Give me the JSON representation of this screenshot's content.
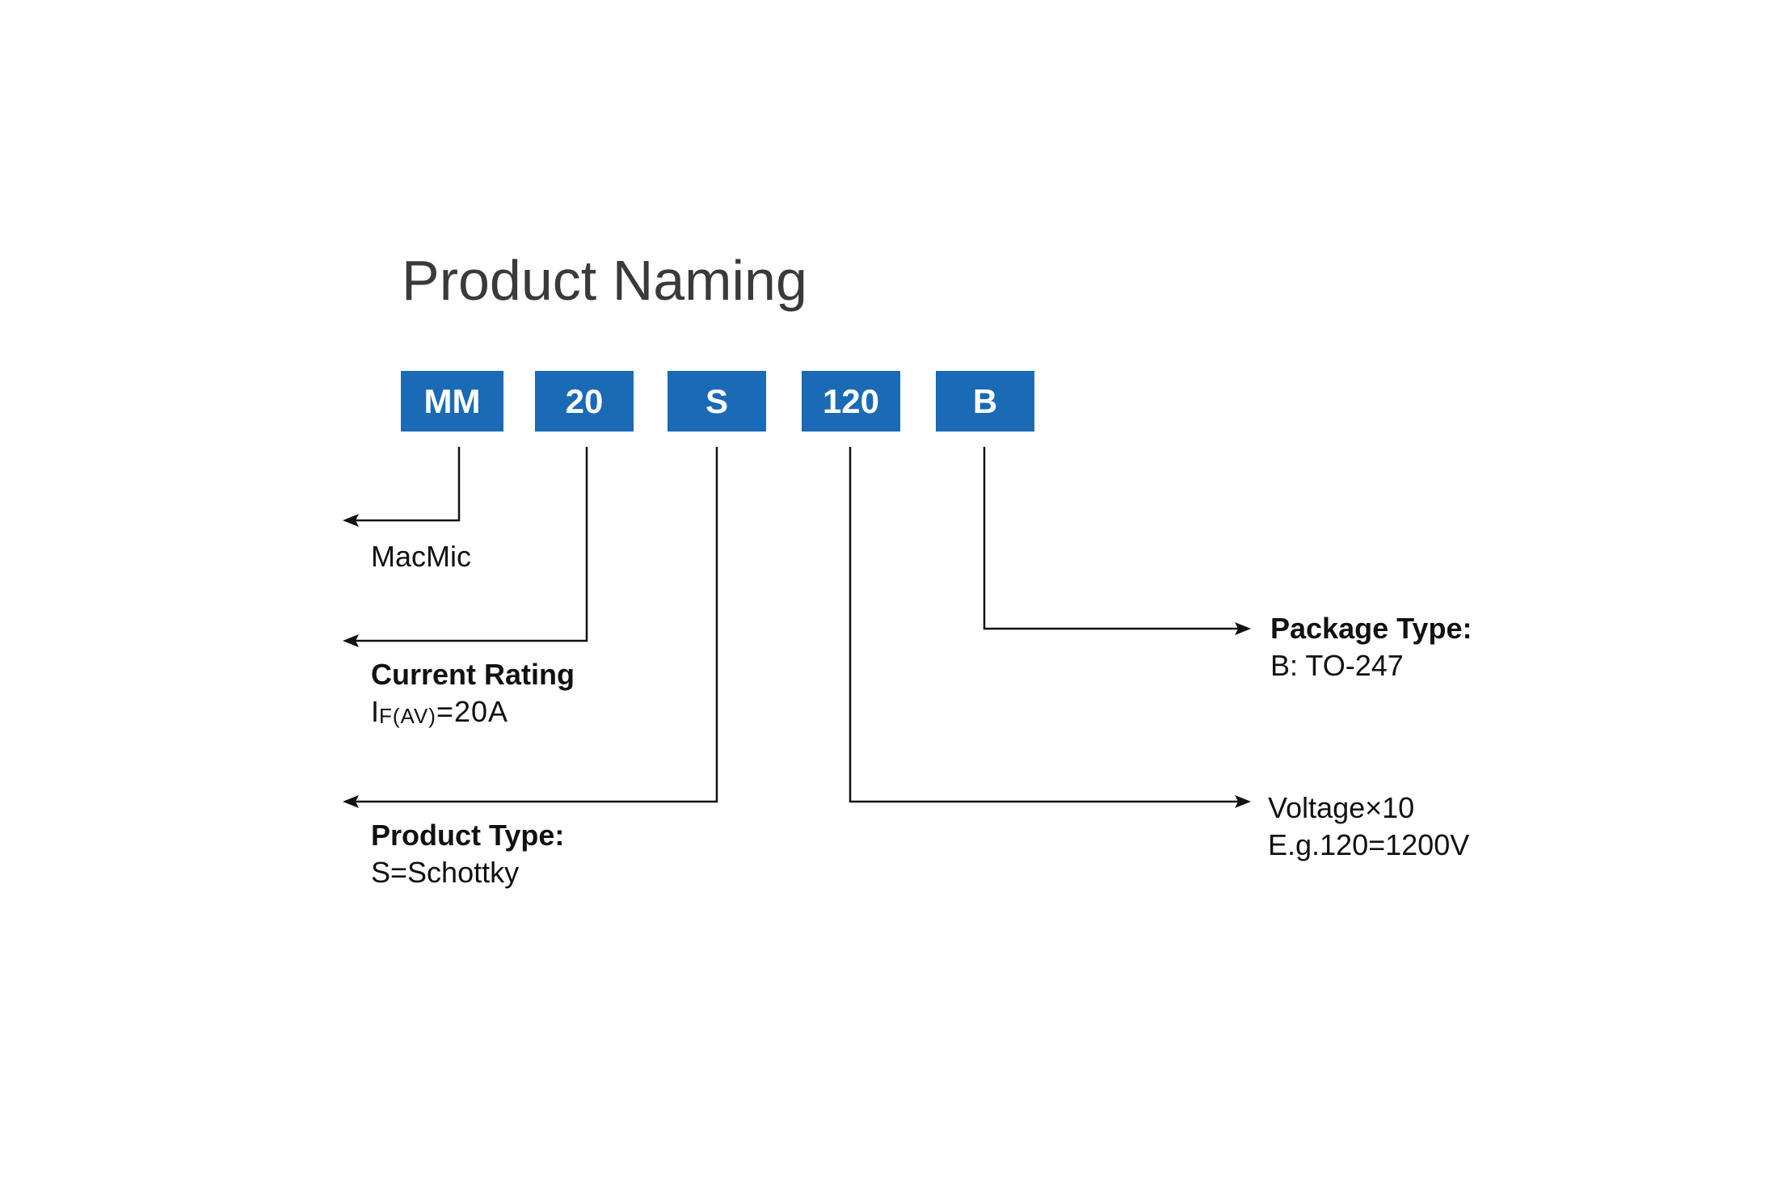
{
  "title": "Product Naming",
  "colors": {
    "box_fill": "#1a6ab5",
    "box_text": "#ffffff",
    "line": "#111111",
    "title": "#3a3a3a"
  },
  "codes": [
    "MM",
    "20",
    "S",
    "120",
    "B"
  ],
  "labels": {
    "manufacturer": {
      "body": "MacMic"
    },
    "current": {
      "head": "Current Rating",
      "symbol": "I",
      "subscript": "F(AV)",
      "value": "=20A"
    },
    "product_type": {
      "head": "Product Type:",
      "body": "S=Schottky"
    },
    "package": {
      "head": "Package Type:",
      "body": "B: TO-247"
    },
    "voltage": {
      "line1": "Voltage×10",
      "line2": "E.g.120=1200V"
    }
  }
}
